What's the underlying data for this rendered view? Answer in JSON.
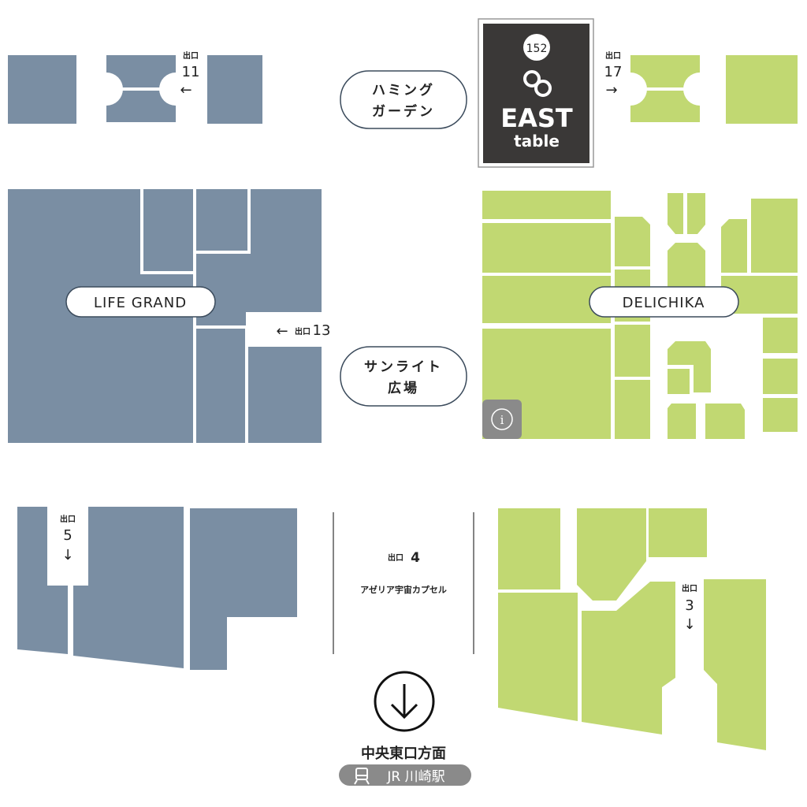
{
  "colors": {
    "zone_west": "#7a8ea3",
    "zone_east": "#c1d872",
    "east_table_bg": "#3a3837",
    "jr_badge": "#8a8a8a"
  },
  "exits": [
    {
      "label": "出口",
      "number": "11",
      "arrow": "←"
    },
    {
      "label": "出口",
      "number": "17",
      "arrow": "→"
    },
    {
      "label": "出口",
      "number": "13",
      "arrow": "←"
    },
    {
      "label": "出口",
      "number": "5",
      "arrow": "↓"
    },
    {
      "label": "出口",
      "number": "4"
    },
    {
      "label": "出口",
      "number": "3",
      "arrow": "↓"
    }
  ],
  "areas": {
    "humming_garden": [
      "ハミング",
      "ガーデン"
    ],
    "sunlight_plaza": [
      "サンライト",
      "広場"
    ],
    "life_grand": "LIFE GRAND",
    "delichika": "DELICHIKA",
    "azalea": "アゼリア宇宙カプセル"
  },
  "east_table": {
    "badge": "152",
    "title": "EAST",
    "subtitle": "table"
  },
  "info_icon": "info-icon",
  "direction": {
    "label": "中央東口方面",
    "station": "JR 川崎駅",
    "station_icon": "train-icon"
  }
}
